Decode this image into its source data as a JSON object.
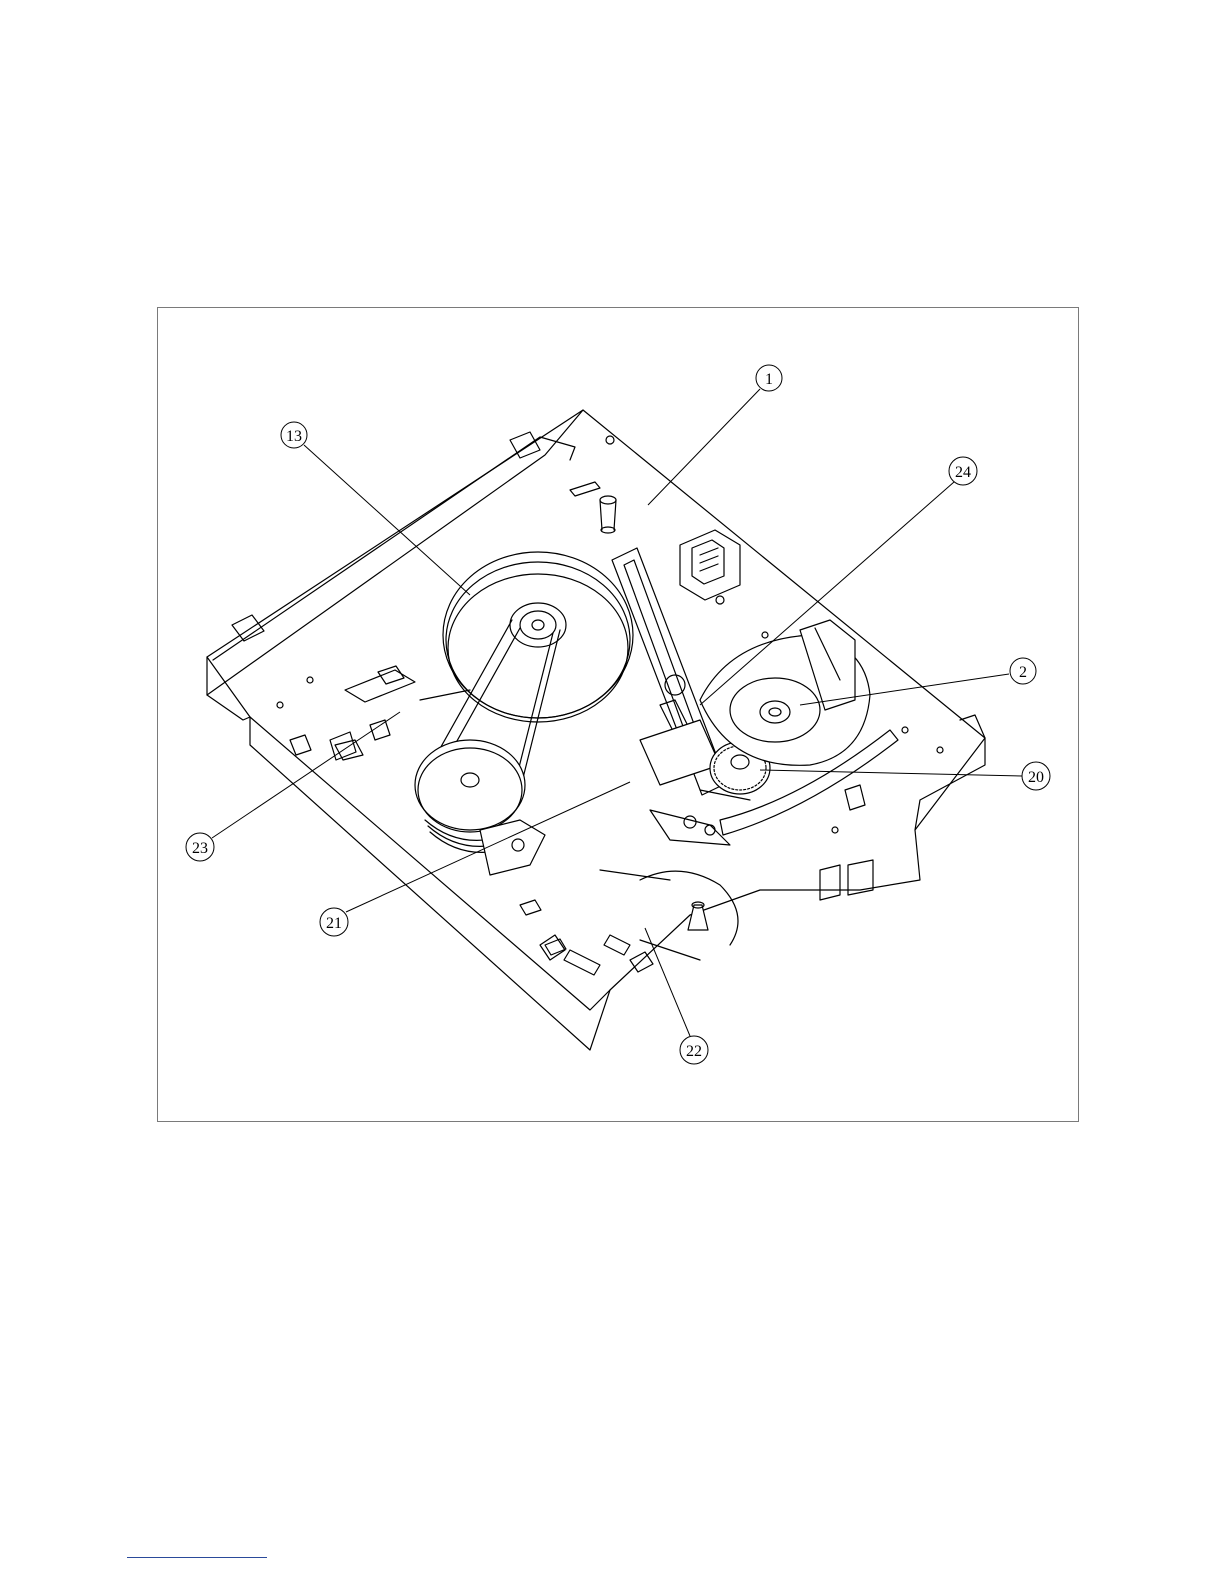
{
  "callouts": [
    {
      "label": "1"
    },
    {
      "label": "13"
    },
    {
      "label": "24"
    },
    {
      "label": "2"
    },
    {
      "label": "20"
    },
    {
      "label": "23"
    },
    {
      "label": "21"
    },
    {
      "label": "22"
    }
  ],
  "colors": {
    "line": "#000000",
    "frame": "#7a7a7a",
    "footer_rule": "#2a4a9a"
  }
}
